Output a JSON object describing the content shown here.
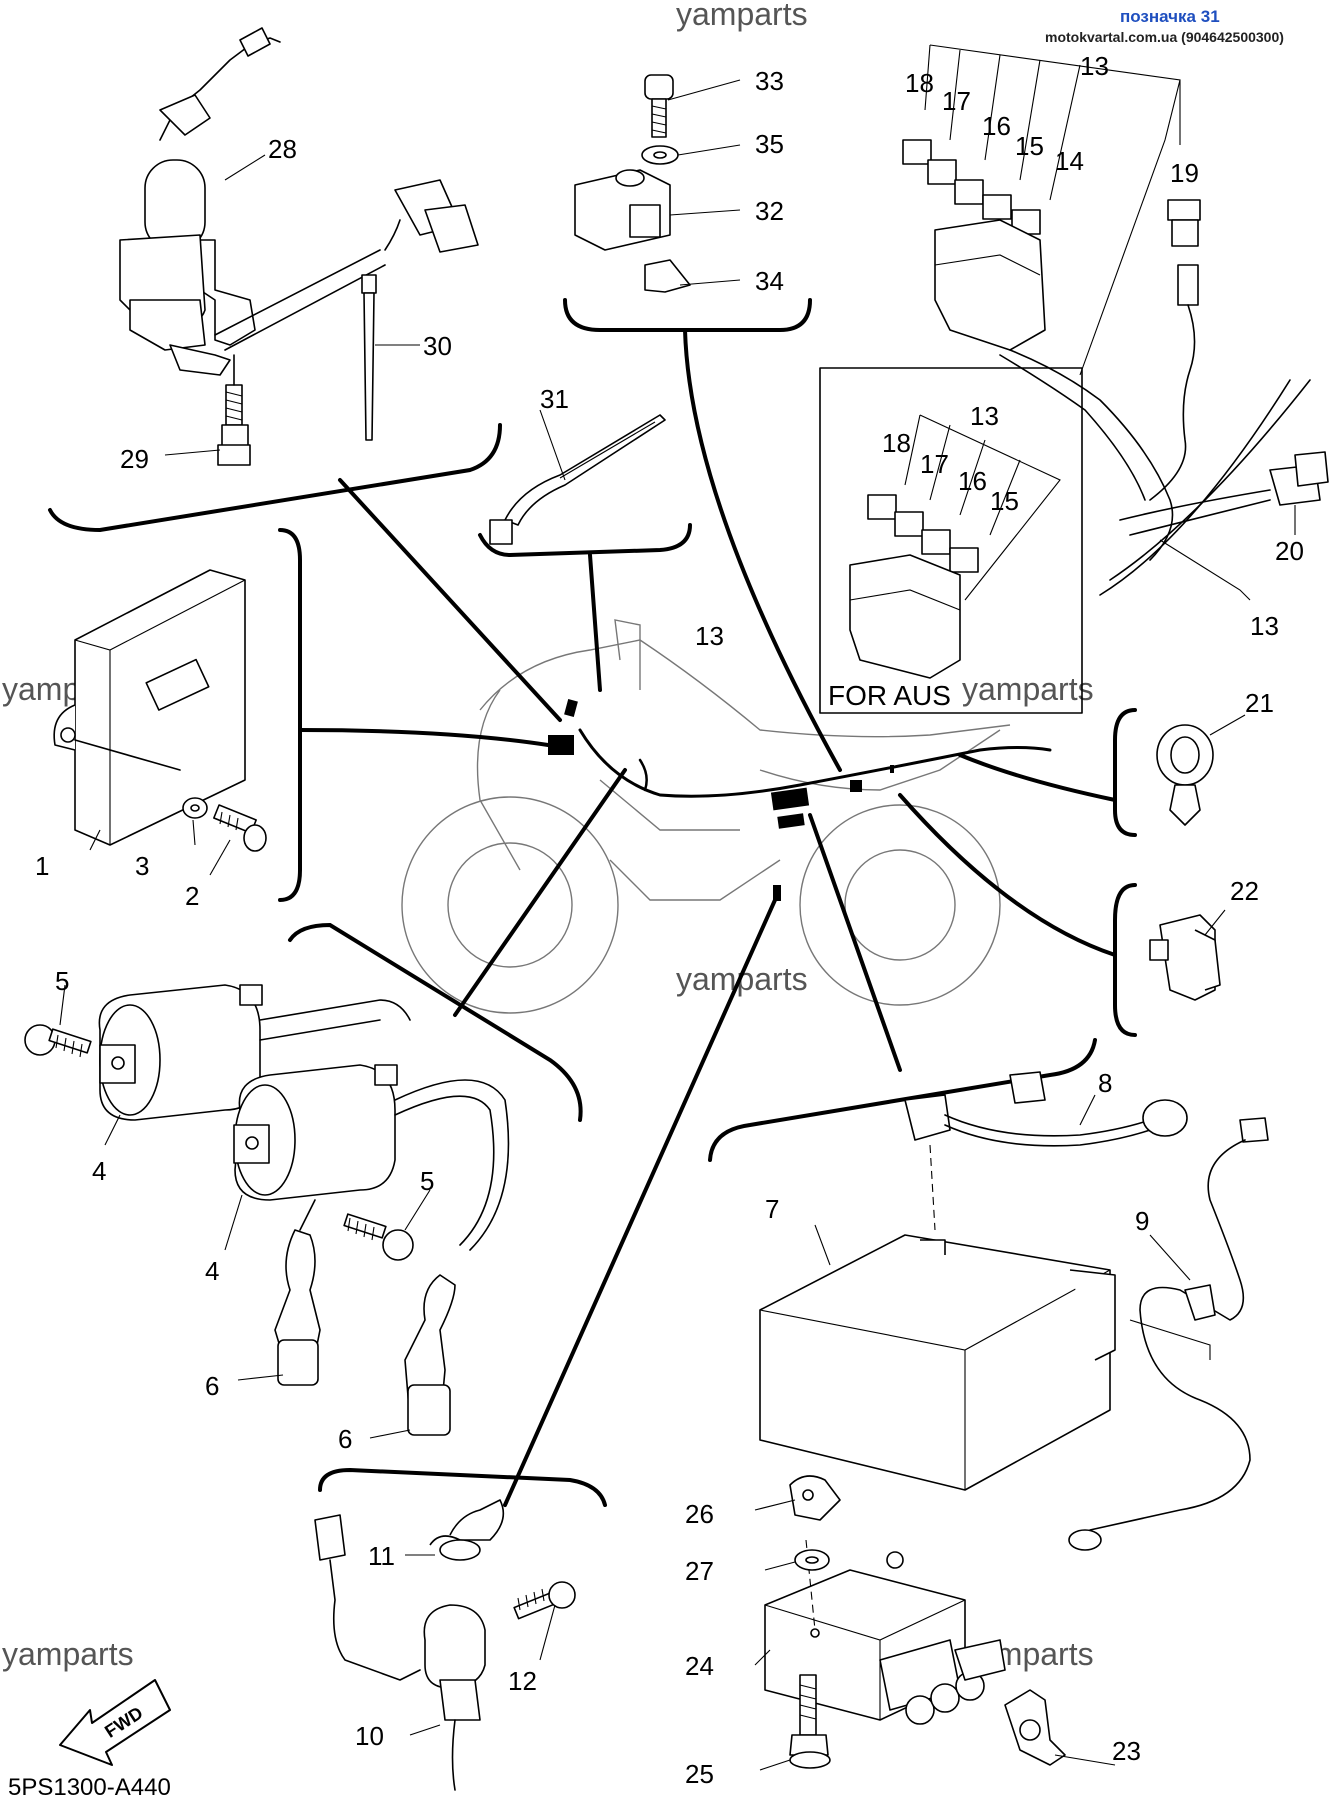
{
  "header": {
    "designation": "позначка 31",
    "contact": "motokvartal.com.ua (904642500300)"
  },
  "watermarks": [
    "yamparts",
    "yamparts",
    "yamparts",
    "yamparts",
    "yamparts",
    "yamparts"
  ],
  "diagram_code": "5PS1300-A440",
  "inset_label": "FOR AUS",
  "fwd_label": "FWD",
  "callouts": {
    "c1": "1",
    "c2": "2",
    "c3": "3",
    "c4a": "4",
    "c4b": "4",
    "c5a": "5",
    "c5b": "5",
    "c6a": "6",
    "c6b": "6",
    "c7": "7",
    "c8": "8",
    "c9": "9",
    "c10": "10",
    "c11": "11",
    "c12": "12",
    "c13a": "13",
    "c13b": "13",
    "c13c": "13",
    "c13d": "13",
    "c14": "14",
    "c15a": "15",
    "c15b": "15",
    "c16a": "16",
    "c16b": "16",
    "c17a": "17",
    "c17b": "17",
    "c18a": "18",
    "c18b": "18",
    "c19": "19",
    "c20": "20",
    "c21": "21",
    "c22": "22",
    "c23": "23",
    "c24": "24",
    "c25": "25",
    "c26": "26",
    "c27": "27",
    "c28": "28",
    "c29": "29",
    "c30": "30",
    "c31": "31",
    "c32": "32",
    "c33": "33",
    "c34": "34",
    "c35": "35"
  }
}
